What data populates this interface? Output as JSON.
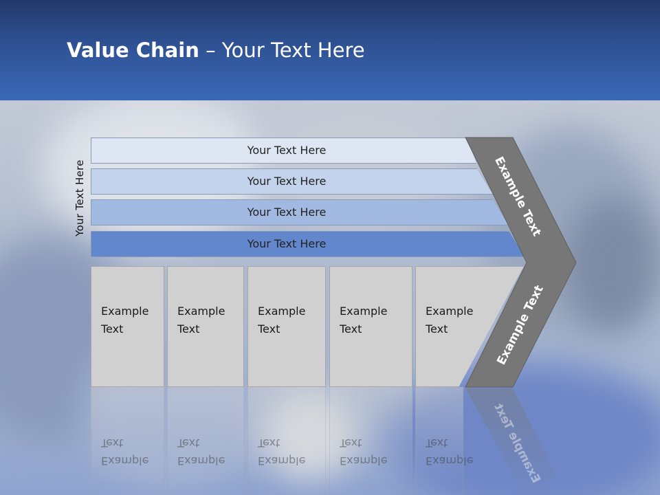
{
  "slide": {
    "title_bold": "Value Chain",
    "title_rest": " – Your Text Here"
  },
  "side_label": "Your Text Here",
  "bars": [
    {
      "label": "Your Text Here",
      "color": "#dfe6f3"
    },
    {
      "label": "Your Text Here",
      "color": "#c4d3ec"
    },
    {
      "label": "Your Text Here",
      "color": "#a2b9e2"
    },
    {
      "label": "Your Text Here",
      "color": "#6387cc"
    }
  ],
  "boxes": [
    {
      "text": "Example\nText"
    },
    {
      "text": "Example\nText"
    },
    {
      "text": "Example\nText"
    },
    {
      "text": "Example\nText"
    },
    {
      "text": "Example\nText"
    }
  ],
  "chevron": {
    "upper_label": "Example Text",
    "lower_label": "Example Text",
    "color": "#777777"
  }
}
